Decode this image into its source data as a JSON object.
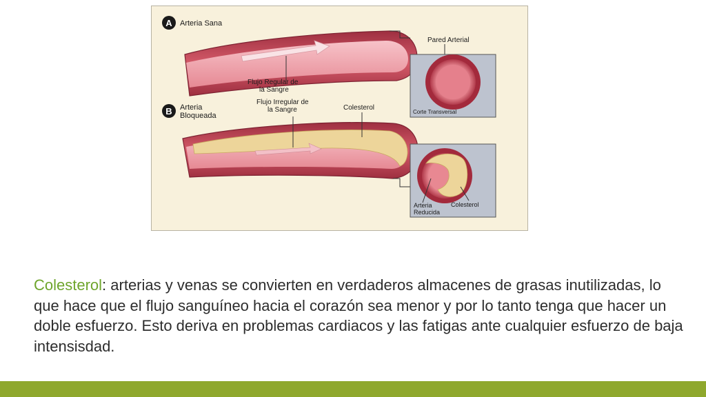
{
  "figure": {
    "panel_a": {
      "letter": "A",
      "title": "Arteria Sana",
      "wall_label": "Pared Arterial",
      "flow_label_line1": "Flujo Regular de",
      "flow_label_line2": "la Sangre",
      "section_label": "Corte Transversal"
    },
    "panel_b": {
      "letter": "B",
      "title_line1": "Arteria",
      "title_line2": "Bloqueada",
      "flow_label_line1": "Flujo Irregular de",
      "flow_label_line2": "la Sangre",
      "plaque_label": "Colesterol",
      "reduced_label_line1": "Arteria",
      "reduced_label_line2": "Reducida",
      "section_plaque_label": "Colesterol"
    },
    "colors": {
      "artery_wall": "#c8495a",
      "artery_inner": "#e07a86",
      "lumen": "#f2aab2",
      "cholesterol": "#edd59a",
      "section_box": "#bdc3cf",
      "background": "#f8f1dc"
    }
  },
  "caption": {
    "term": "Colesterol",
    "text": ": arterias y venas se convierten en verdaderos almacenes de grasas inutilizadas, lo que hace que el flujo sanguíneo hacia el corazón sea menor y por lo tanto tenga que hacer un doble esfuerzo. Esto deriva en  problemas cardiacos y las fatigas ante cualquier esfuerzo de baja intensisdad."
  },
  "theme": {
    "accent": "#6ea52c",
    "bar": "#8fa82d"
  }
}
